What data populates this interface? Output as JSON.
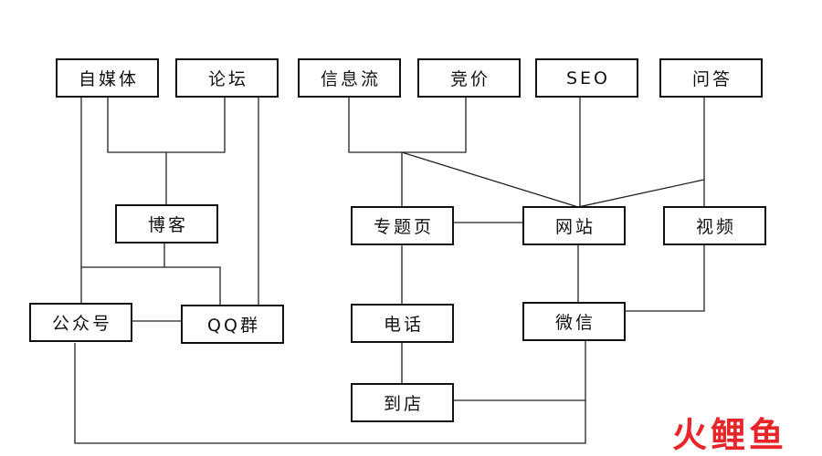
{
  "nodes": {
    "zimeiti": "自媒体",
    "luntan": "论坛",
    "xinxiliu": "信息流",
    "jingjia": "竞价",
    "seo": "SEO",
    "wenda": "问答",
    "boke": "博客",
    "zhuantiye": "专题页",
    "wangzhan": "网站",
    "shipin": "视频",
    "gongzhonghao": "公众号",
    "qqqun": "QQ群",
    "dianhua": "电话",
    "weixin": "微信",
    "daodian": "到店"
  },
  "edges": [
    [
      "zimeiti",
      "boke"
    ],
    [
      "luntan",
      "boke"
    ],
    [
      "zimeiti",
      "gongzhonghao"
    ],
    [
      "luntan",
      "qqqun"
    ],
    [
      "boke",
      "gongzhonghao"
    ],
    [
      "boke",
      "qqqun"
    ],
    [
      "gongzhonghao",
      "qqqun"
    ],
    [
      "xinxiliu",
      "zhuantiye"
    ],
    [
      "jingjia",
      "zhuantiye"
    ],
    [
      "xinxiliu",
      "wangzhan"
    ],
    [
      "jingjia",
      "wangzhan"
    ],
    [
      "seo",
      "wangzhan"
    ],
    [
      "wenda",
      "wangzhan"
    ],
    [
      "wenda",
      "shipin"
    ],
    [
      "zhuantiye",
      "wangzhan"
    ],
    [
      "zhuantiye",
      "dianhua"
    ],
    [
      "wangzhan",
      "weixin"
    ],
    [
      "shipin",
      "weixin"
    ],
    [
      "dianhua",
      "daodian"
    ],
    [
      "weixin",
      "daodian"
    ],
    [
      "gongzhonghao",
      "weixin"
    ]
  ],
  "watermark": {
    "text": "火鲤鱼",
    "color": "#e8262a"
  }
}
